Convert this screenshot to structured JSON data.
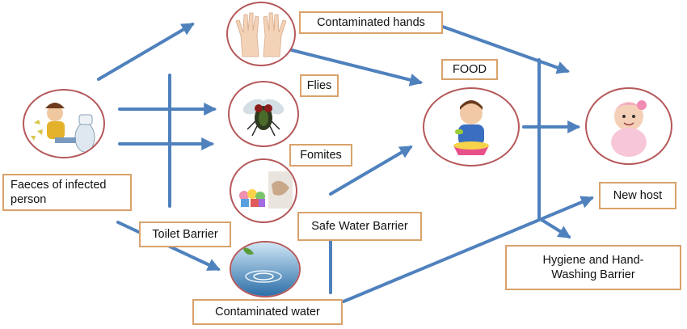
{
  "labels": {
    "contaminated_hands": "Contaminated hands",
    "flies": "Flies",
    "fomites": "Fomites",
    "faeces": "Faeces of infected person",
    "toilet_barrier": "Toilet Barrier",
    "safe_water_barrier": "Safe Water Barrier",
    "food": "FOOD",
    "new_host": "New host",
    "hygiene_barrier": "Hygiene and Hand-Washing Barrier",
    "contaminated_water": "Contaminated water"
  },
  "icons": {
    "source": "sick-person-on-toilet-icon",
    "hands": "hands-icon",
    "flies": "fly-icon",
    "fomites": "toys-and-objects-icon",
    "water": "water-drop-icon",
    "food": "child-eating-icon",
    "host": "baby-icon"
  },
  "colors": {
    "arrow": "#4f81bd",
    "box_border": "#d9a26b",
    "circle_border": "#b5585a"
  }
}
